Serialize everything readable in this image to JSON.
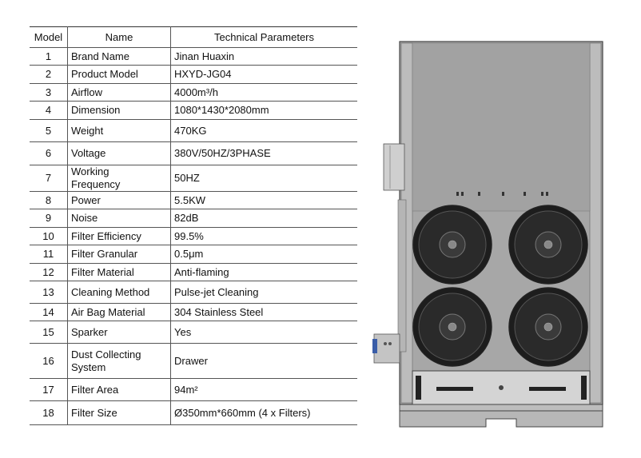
{
  "table": {
    "headers": {
      "model": "Model",
      "name": "Name",
      "params": "Technical Parameters"
    },
    "rows": [
      {
        "no": "1",
        "name": "Brand Name",
        "value": "Jinan Huaxin",
        "h": 22
      },
      {
        "no": "2",
        "name": "Product Model",
        "value": "HXYD-JG04",
        "h": 23
      },
      {
        "no": "3",
        "name": "Airflow",
        "value": "4000m³/h",
        "h": 22
      },
      {
        "no": "4",
        "name": "Dimension",
        "value": "1080*1430*2080mm",
        "h": 23
      },
      {
        "no": "5",
        "name": "Weight",
        "value": "470KG",
        "h": 28
      },
      {
        "no": "6",
        "name": "Voltage",
        "value": "380V/50HZ/3PHASE",
        "h": 29
      },
      {
        "no": "7",
        "name": "Working Frequency",
        "value": "50HZ",
        "h": 22
      },
      {
        "no": "8",
        "name": "Power",
        "value": "5.5KW",
        "h": 22
      },
      {
        "no": "9",
        "name": "Noise",
        "value": "82dB",
        "h": 23
      },
      {
        "no": "10",
        "name": "Filter Efficiency",
        "value": "99.5%",
        "h": 22
      },
      {
        "no": "11",
        "name": "Filter Granular",
        "value": "0.5μm",
        "h": 23
      },
      {
        "no": "12",
        "name": "Filter Material",
        "value": "Anti-flaming",
        "h": 22
      },
      {
        "no": "13",
        "name": "Cleaning Method",
        "value": "Pulse-jet Cleaning",
        "h": 28
      },
      {
        "no": "14",
        "name": "Air Bag Material",
        "value": "304 Stainless Steel",
        "h": 22
      },
      {
        "no": "15",
        "name": "Sparker",
        "value": "Yes",
        "h": 28
      },
      {
        "no": "16",
        "name": "Dust Collecting System",
        "value": "Drawer",
        "h": 44
      },
      {
        "no": "17",
        "name": "Filter Area",
        "value": "94m²",
        "h": 28
      },
      {
        "no": "18",
        "name": "Filter Size",
        "value": "Ø350mm*660mm (4 x Filters)",
        "h": 30
      }
    ]
  },
  "image": {
    "icon": "dust-collector-drawing"
  }
}
